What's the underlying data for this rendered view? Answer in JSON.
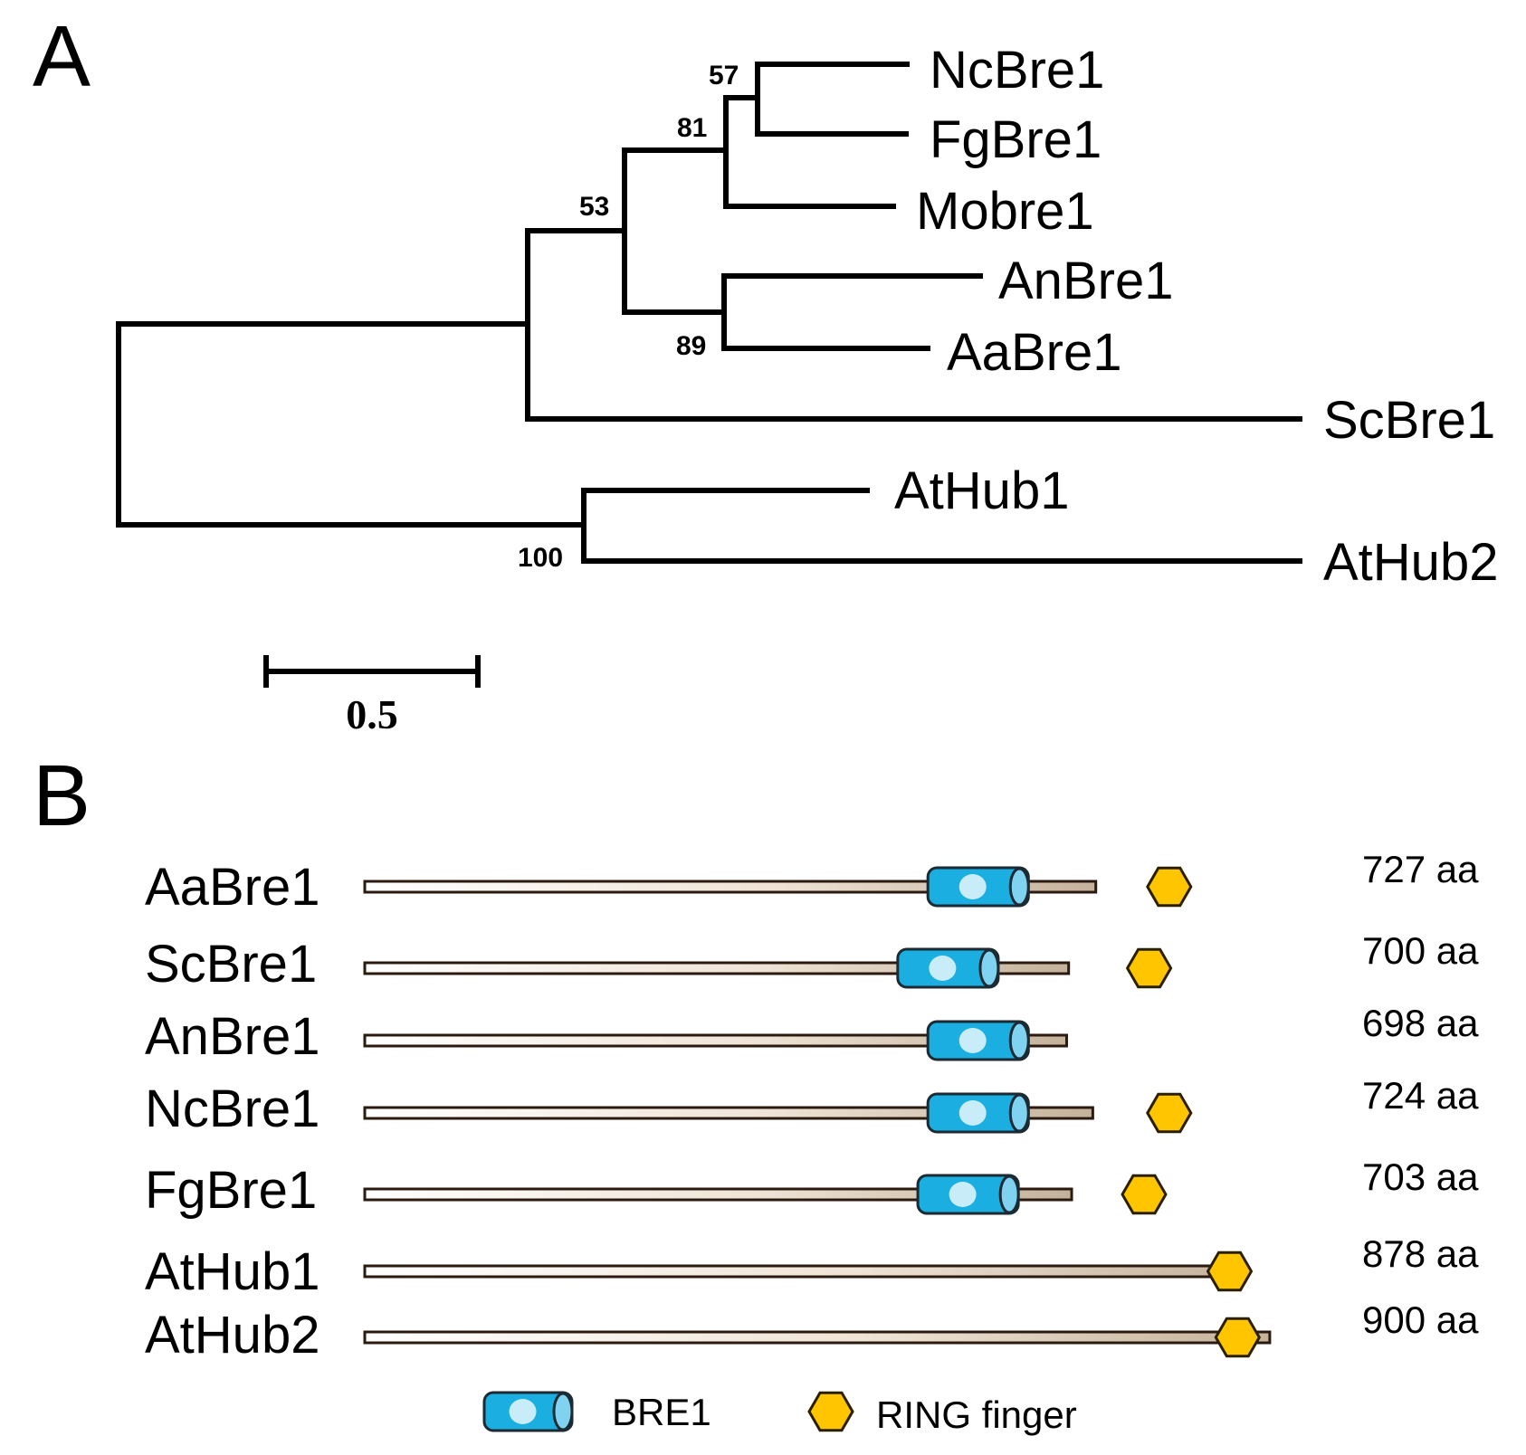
{
  "panel_a": {
    "letter": "A",
    "taxa": {
      "ncbre1": "NcBre1",
      "fgbre1": "FgBre1",
      "mobre1": "Mobre1",
      "anbre1": "AnBre1",
      "aabre1": "AaBre1",
      "scbre1": "ScBre1",
      "athub1": "AtHub1",
      "athub2": "AtHub2"
    },
    "bootstrap": {
      "nc_fg": "57",
      "nc_fg_mo": "81",
      "fungi_core": "53",
      "an_aa": "89",
      "athub": "100"
    },
    "scale_bar_label": "0.5"
  },
  "panel_b": {
    "letter": "B",
    "proteins": [
      {
        "name": "AaBre1",
        "length": "727 aa",
        "length_aa": 727,
        "bre1": [
          560,
          660
        ],
        "ring": 800
      },
      {
        "name": "ScBre1",
        "length": "700 aa",
        "length_aa": 700,
        "bre1": [
          530,
          630
        ],
        "ring": 780
      },
      {
        "name": "AnBre1",
        "length": "698 aa",
        "length_aa": 698,
        "bre1": [
          560,
          660
        ],
        "ring": null
      },
      {
        "name": "NcBre1",
        "length": "724 aa",
        "length_aa": 724,
        "bre1": [
          560,
          660
        ],
        "ring": 800
      },
      {
        "name": "FgBre1",
        "length": "703 aa",
        "length_aa": 703,
        "bre1": [
          550,
          650
        ],
        "ring": 775
      },
      {
        "name": "AtHub1",
        "length": "878 aa",
        "length_aa": 878,
        "bre1": null,
        "ring": 860
      },
      {
        "name": "AtHub2",
        "length": "900 aa",
        "length_aa": 900,
        "bre1": null,
        "ring": 868
      }
    ],
    "legend": {
      "bre1_label": "BRE1",
      "ring_label": "RING finger"
    },
    "colors": {
      "bre1_domain": "#1aafe0",
      "bre1_highlight": "#c8ecf8",
      "ring_domain": "#ffc600",
      "backbone_light": "#f7efe6",
      "backbone_dark": "#c4b29b"
    }
  }
}
